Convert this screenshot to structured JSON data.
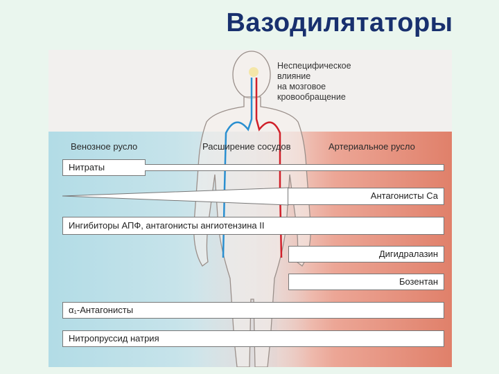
{
  "slide": {
    "title": "Вазодилятаторы"
  },
  "diagram": {
    "note_lines": [
      "Неспецифическое",
      "влияние",
      "на мозговое",
      "кровообращение"
    ],
    "zones": {
      "venous": "Венозное русло",
      "center": "Расширение сосудов",
      "arterial": "Артериальное русло"
    },
    "drugs": {
      "nitrates": "Нитраты",
      "ca_antagonists": "Антагонисты Са",
      "ace_inhibitors": "Ингибиторы АПФ, антагонисты ангиотензина II",
      "dihydralazine": "Дигидралазин",
      "bosentan": "Бозентан",
      "alpha1": "α₁-Антагонисты",
      "nitroprusside": "Нитропруссид натрия"
    },
    "colors": {
      "venous": "#b2dce6",
      "arterial": "#e0806a",
      "vein_line": "#2a8fd0",
      "artery_line": "#d0202a",
      "title": "#18306e"
    }
  }
}
